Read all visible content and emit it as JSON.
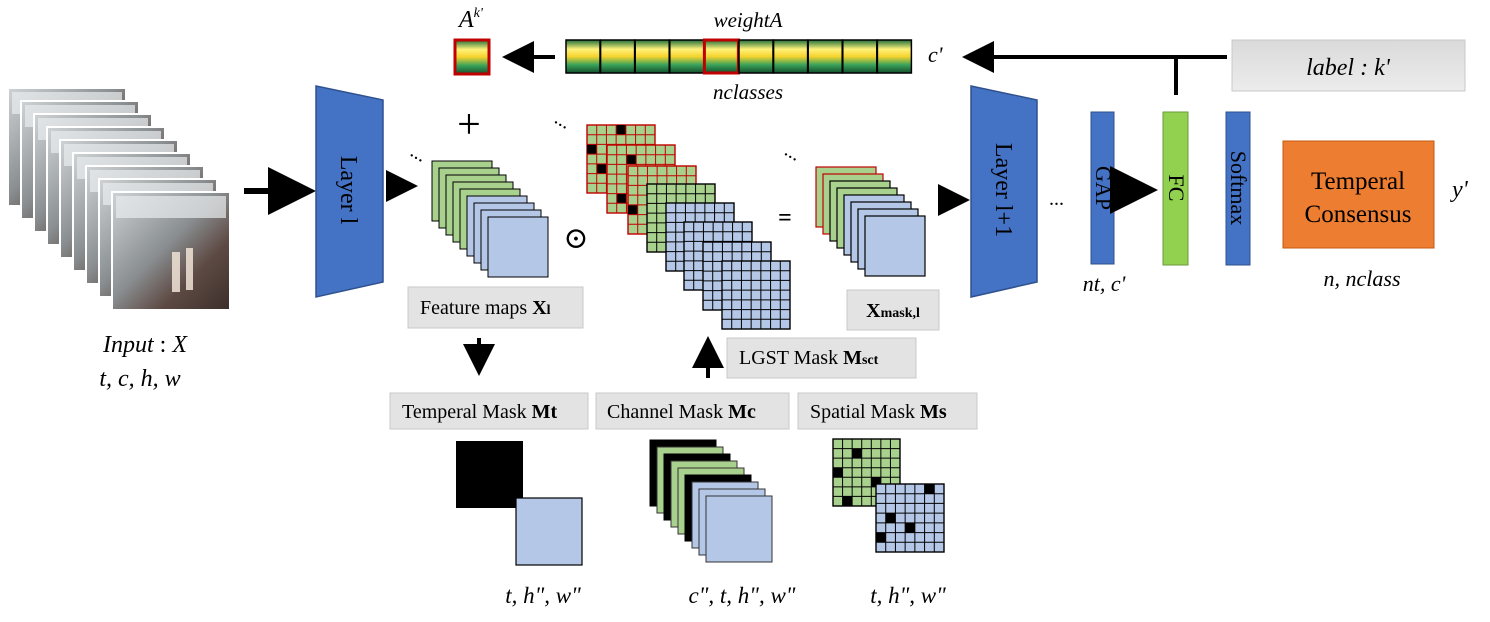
{
  "input": {
    "label": "Input",
    "symbol": "X",
    "dims": "t, c, h, w"
  },
  "layer_l": {
    "label": "Layer l"
  },
  "layer_l1": {
    "label": "Layer l+1"
  },
  "gap": {
    "label": "GAP",
    "dims": "nt, c'"
  },
  "fc": {
    "label": "FC"
  },
  "softmax": {
    "label": "Softmax"
  },
  "consensus": {
    "line1": "Temperal",
    "line2": "Consensus",
    "output": "y'",
    "dims": "n, nclass"
  },
  "weight": {
    "top": "weightA",
    "bottom": "nclasses",
    "c_label": "c'",
    "a_base": "A",
    "a_sup": "k'"
  },
  "label_box": {
    "text": "label : k'"
  },
  "feature_maps": {
    "text": "Feature maps ",
    "symbol": "X",
    "sub": "l"
  },
  "xmask": {
    "symbol": "X",
    "sub": "mask,l"
  },
  "lgst_mask": {
    "text": "LGST Mask ",
    "symbol": "M",
    "sub": "sct"
  },
  "temporal_mask": {
    "text": "Temperal Mask ",
    "symbol": "Mt",
    "dims": "t, h\", w\""
  },
  "channel_mask": {
    "text": "Channel Mask ",
    "symbol": "Mc",
    "dims": "c\", t, h\", w\""
  },
  "spatial_mask": {
    "text": "Spatial Mask ",
    "symbol": "Ms",
    "dims": "t, h\", w\""
  },
  "ops": {
    "plus": "+",
    "odot": "⊙",
    "equals": "=",
    "ellipsis": "..."
  },
  "colors": {
    "layer_blue": "#4472c4",
    "fc_green": "#92d050",
    "consensus_orange": "#ed7d31",
    "map_green": "#a9d18e",
    "map_blue": "#b4c7e7",
    "highlight_red": "#c00000",
    "label_gray": "#e0e0e0"
  }
}
